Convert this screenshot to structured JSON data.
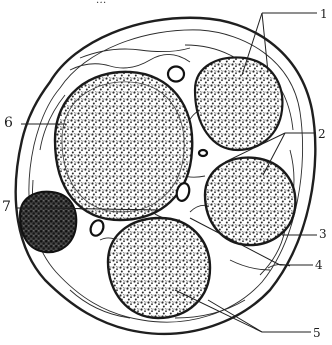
{
  "figure": {
    "top_text_fragment": "...",
    "labels": {
      "one": "1",
      "two": "2",
      "three": "3",
      "four": "4",
      "five": "5",
      "six": "6",
      "seven": "7"
    },
    "colors": {
      "ink": "#1f1f1f",
      "paper": "#ffffff",
      "dense_stipple": "#2b2b2b"
    }
  }
}
